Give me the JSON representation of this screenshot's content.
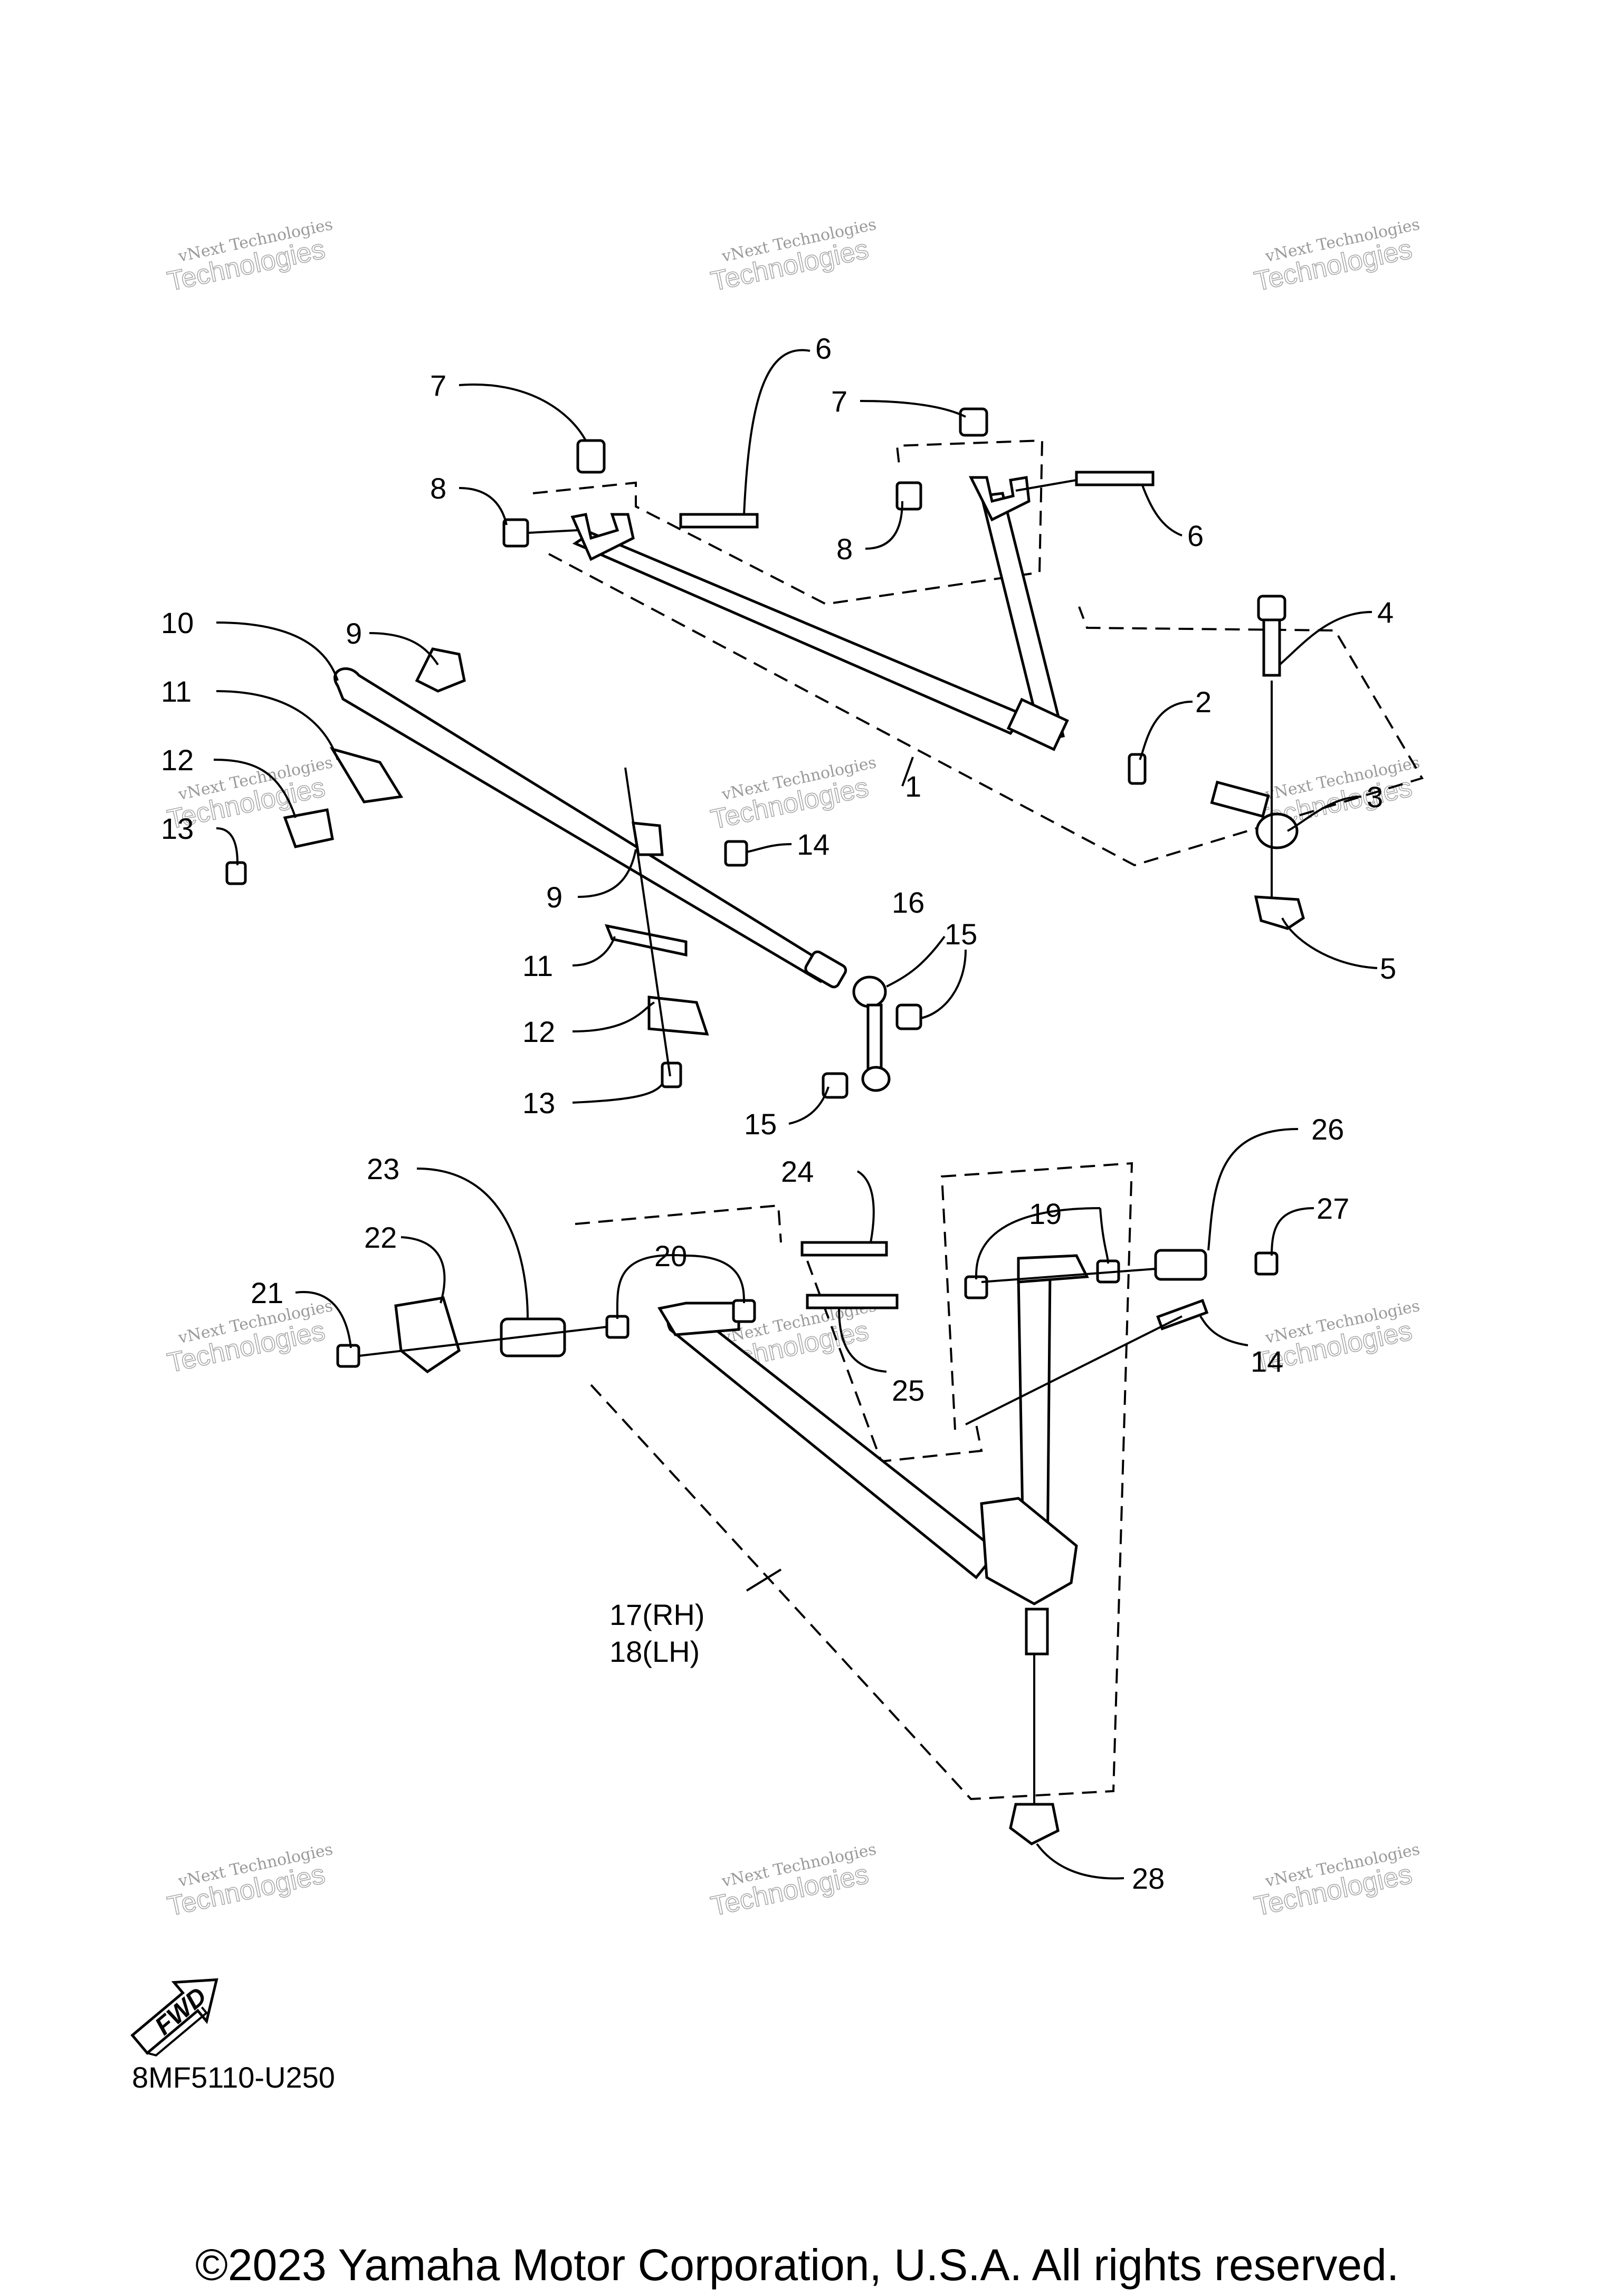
{
  "callouts": [
    {
      "id": "1",
      "label": "1"
    },
    {
      "id": "2",
      "label": "2"
    },
    {
      "id": "3",
      "label": "3"
    },
    {
      "id": "4",
      "label": "4"
    },
    {
      "id": "5",
      "label": "5"
    },
    {
      "id": "6a",
      "label": "6"
    },
    {
      "id": "6b",
      "label": "6"
    },
    {
      "id": "7a",
      "label": "7"
    },
    {
      "id": "7b",
      "label": "7"
    },
    {
      "id": "8a",
      "label": "8"
    },
    {
      "id": "8b",
      "label": "8"
    },
    {
      "id": "9a",
      "label": "9"
    },
    {
      "id": "9b",
      "label": "9"
    },
    {
      "id": "10",
      "label": "10"
    },
    {
      "id": "11a",
      "label": "11"
    },
    {
      "id": "11b",
      "label": "11"
    },
    {
      "id": "12a",
      "label": "12"
    },
    {
      "id": "12b",
      "label": "12"
    },
    {
      "id": "13a",
      "label": "13"
    },
    {
      "id": "13b",
      "label": "13"
    },
    {
      "id": "14a",
      "label": "14"
    },
    {
      "id": "14b",
      "label": "14"
    },
    {
      "id": "15a",
      "label": "15"
    },
    {
      "id": "15b",
      "label": "15"
    },
    {
      "id": "16",
      "label": "16"
    },
    {
      "id": "17",
      "label": "17(RH)"
    },
    {
      "id": "18",
      "label": "18(LH)"
    },
    {
      "id": "19",
      "label": "19"
    },
    {
      "id": "20",
      "label": "20"
    },
    {
      "id": "21",
      "label": "21"
    },
    {
      "id": "22",
      "label": "22"
    },
    {
      "id": "23",
      "label": "23"
    },
    {
      "id": "24",
      "label": "24"
    },
    {
      "id": "25",
      "label": "25"
    },
    {
      "id": "26",
      "label": "26"
    },
    {
      "id": "27",
      "label": "27"
    },
    {
      "id": "28",
      "label": "28"
    }
  ],
  "watermark": {
    "line1": "vNext Technologies",
    "line2": "Technologies"
  },
  "fwd_label": "FWD",
  "drawing_code": "8MF5110-U250",
  "copyright": "©2023 Yamaha Motor Corporation, U.S.A. All rights reserved."
}
